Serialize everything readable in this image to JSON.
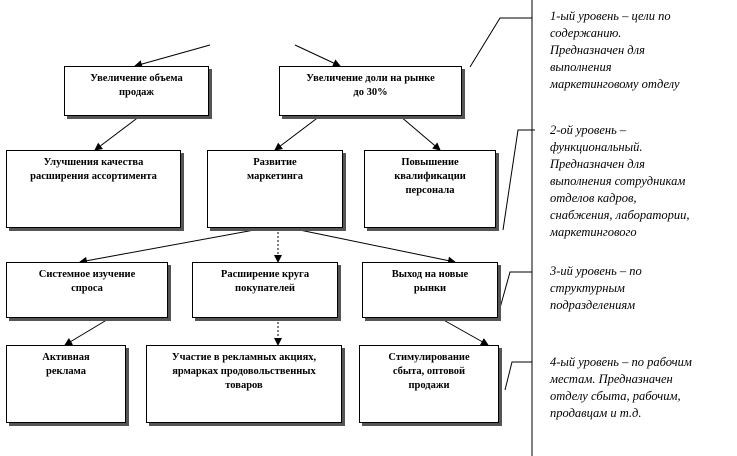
{
  "boxes": {
    "increase_sales_volume": "Увеличение  объема\nпродаж",
    "increase_market_share": "Увеличение  доли на рынке\nдо 30%",
    "improve_assortment": "Улучшения качества\nрасширения ассортимента",
    "marketing_development": "Развитие\nмаркетинга",
    "staff_qualification": "Повышение\nквалификации\nперсонала",
    "demand_study": "Системное изучение\nспроса",
    "customer_expansion": "Расширение круга\nпокупателей",
    "new_markets": "Выход  на новые\nрынки",
    "active_advertising": "Активная\nреклама",
    "ad_campaigns_fairs": "Участие в рекламных  акциях,\nярмарках продовольственных\nтоваров",
    "sales_stimulation": "Стимулирование\nсбыта,  оптовой\nпродажи"
  },
  "notes": {
    "level_1": "1-ый уровень – цели по\nсодержанию.\nПредназначен для\nвыполнения\nмаркетинговому отделу",
    "level_2": "2-ой уровень –\nфункциональный.\nПредназначен для\nвыполнения сотрудникам\nотделов кадров,\nснабжения, лаборатории,\nмаркетингового",
    "level_3": "3-ий уровень – по\nструктурным\nподразделениям",
    "level_4": "4-ый уровень – по рабочим\nместам. Предназначен\nотделу сбыта, рабочим,\nпродавцам и т.д."
  }
}
